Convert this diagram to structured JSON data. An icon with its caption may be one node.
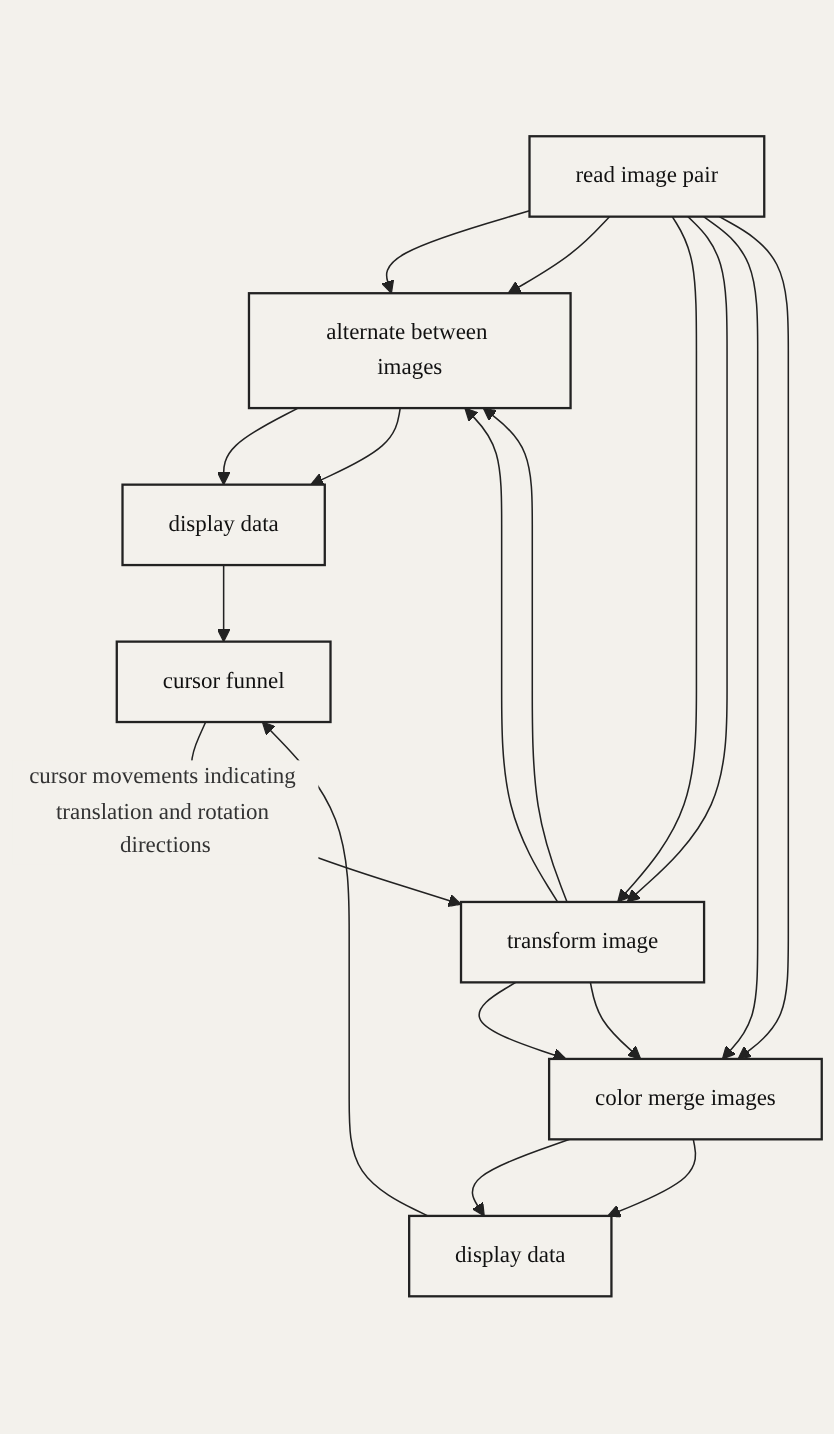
{
  "diagram": {
    "nodes": [
      {
        "text": [
          "read image pair"
        ]
      },
      {
        "text": [
          "transform image"
        ]
      },
      {
        "text": [
          "alternate between images"
        ]
      },
      {
        "text": [
          "color merge images"
        ]
      },
      {
        "text": [
          "display data"
        ]
      },
      {
        "text": [
          "display data"
        ]
      },
      {
        "text": [
          "cursor funnel"
        ]
      }
    ],
    "edges": [
      {
        "from": 0,
        "to": 2,
        "arrow": "to"
      },
      {
        "from": 0,
        "to": 2,
        "arrow": "to"
      },
      {
        "from": 0,
        "to": 1,
        "arrow": "to"
      },
      {
        "from": 0,
        "to": 1,
        "arrow": "to"
      },
      {
        "from": 0,
        "to": 3,
        "arrow": "to"
      },
      {
        "from": 0,
        "to": 3,
        "arrow": "to"
      },
      {
        "from": 1,
        "to": 2,
        "arrow": "to"
      },
      {
        "from": 1,
        "to": 2,
        "arrow": "to"
      },
      {
        "from": 1,
        "to": 3,
        "arrow": "to"
      },
      {
        "from": 1,
        "to": 3,
        "arrow": "to"
      },
      {
        "from": 2,
        "to": 4,
        "arrow": "to"
      },
      {
        "from": 2,
        "to": 4,
        "arrow": "to"
      },
      {
        "from": 3,
        "to": 5,
        "arrow": "to"
      },
      {
        "from": 3,
        "to": 5,
        "arrow": "to"
      },
      {
        "from": 4,
        "to": 6,
        "arrow": "to"
      },
      {
        "from": 5,
        "to": 6,
        "arrow": "to"
      },
      {
        "from": 6,
        "to": 1,
        "arrow": "to",
        "label": "cursor movements indicating translation and rotation directions"
      }
    ]
  }
}
